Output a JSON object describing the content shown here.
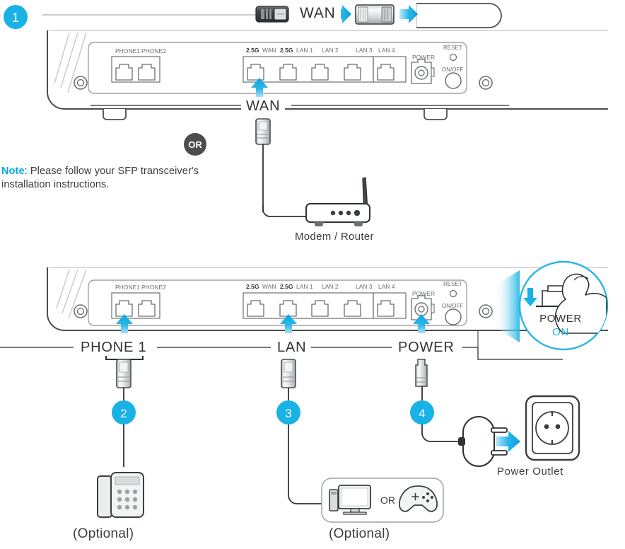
{
  "meta": {
    "title": "Router Hardware Connection Diagram",
    "accent_cyan": "#19b2e6",
    "accent_cyan_dark": "#00a3dd",
    "line_dark": "#3a3a3a",
    "badge_text_color": "#ffffff",
    "or_badge_bg": "#4d4d4d"
  },
  "steps": {
    "step1": "1",
    "step2": "2",
    "step3": "3",
    "step4": "4"
  },
  "top_section": {
    "sfp_wan_label": "WAN",
    "fiber_connector_name": "fiber-optic-connector",
    "sfp_module_name": "sfp-transceiver-module",
    "wan_line_label": "WAN",
    "or_badge": "OR",
    "note": {
      "label": "Note",
      "separator": ": ",
      "text": "Please follow your SFP transceiver's installation instructions."
    },
    "modem_caption": "Modem / Router"
  },
  "device_ports": {
    "phone": [
      {
        "label": "PHONE1",
        "bold": ""
      },
      {
        "label": "PHONE2",
        "bold": ""
      }
    ],
    "ethernet": [
      {
        "speed": "2.5G",
        "label": "WAN"
      },
      {
        "speed": "2.5G",
        "label": "LAN 1"
      },
      {
        "speed": "",
        "label": "LAN 2"
      },
      {
        "speed": "",
        "label": "LAN 3"
      },
      {
        "speed": "",
        "label": "LAN 4"
      }
    ],
    "power_label": "POWER",
    "reset_label": "RESET",
    "onoff_label": "ON/OFF"
  },
  "bottom_section": {
    "labels": {
      "phone1": "PHONE 1",
      "lan": "LAN",
      "power": "POWER"
    },
    "callout": {
      "title": "POWER",
      "state": "ON"
    },
    "phone_caption": "(Optional)",
    "lan_caption": "(Optional)",
    "lan_device_or": "OR",
    "outlet_caption": "Power Outlet"
  }
}
